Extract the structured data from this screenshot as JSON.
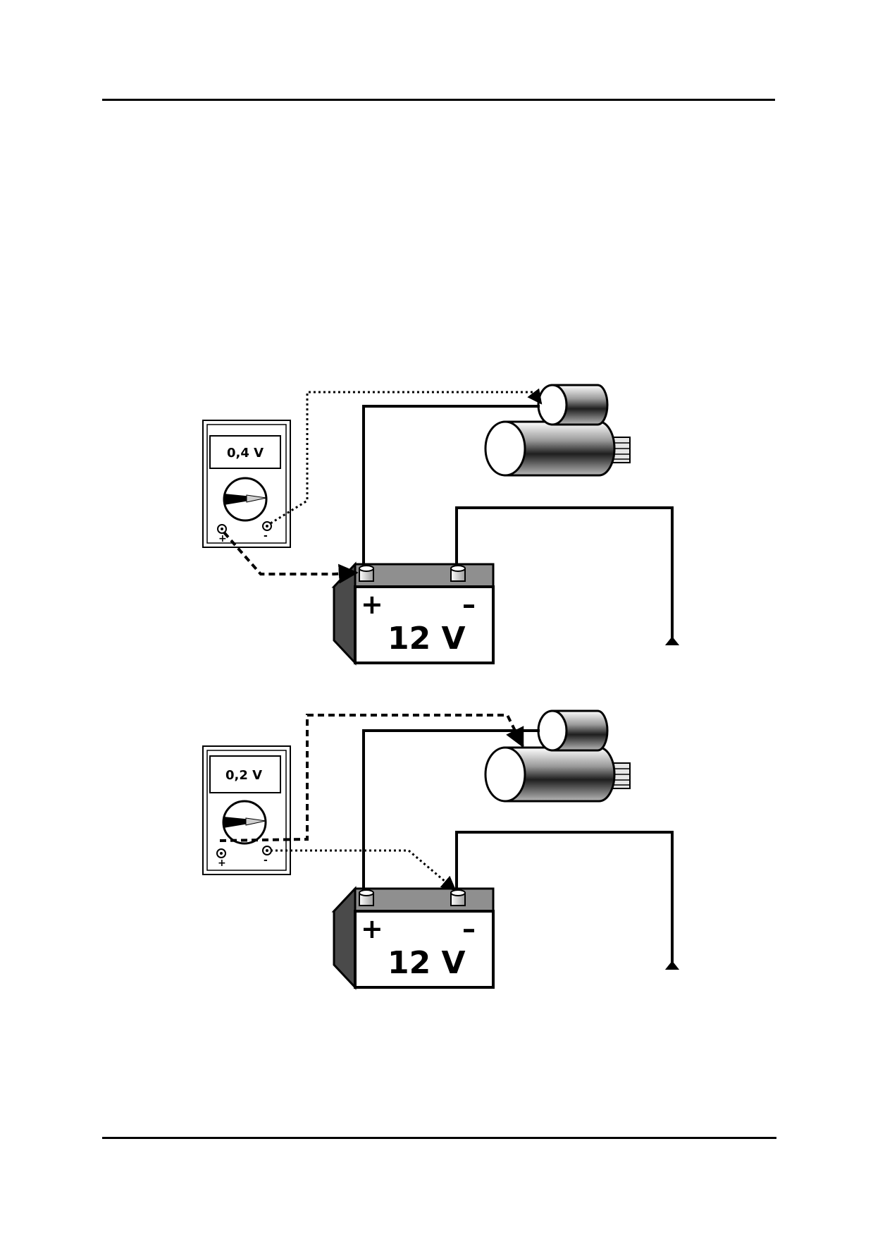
{
  "page": {
    "background": "#ffffff",
    "line_color": "#000000"
  },
  "figures": [
    {
      "multimeter": {
        "reading": "0,4 V",
        "plus_label": "+",
        "minus_label": "-"
      },
      "battery": {
        "voltage_label": "12 V",
        "plus_label": "+",
        "minus_label": "–"
      },
      "test_leads": {
        "red_style": "dashed",
        "black_style": "dotted"
      }
    },
    {
      "multimeter": {
        "reading": "0,2 V",
        "plus_label": "+",
        "minus_label": "-"
      },
      "battery": {
        "voltage_label": "12 V",
        "plus_label": "+",
        "minus_label": "–"
      },
      "test_leads": {
        "red_style": "dashed",
        "black_style": "dotted"
      }
    }
  ]
}
